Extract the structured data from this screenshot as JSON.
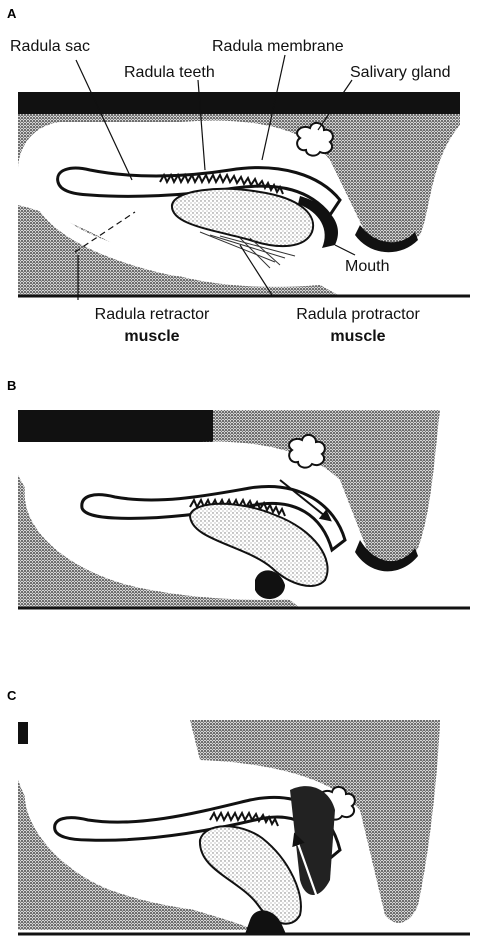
{
  "panels": [
    "A",
    "B",
    "C"
  ],
  "labels": {
    "radula_sac": "Radula sac",
    "radula_membrane": "Radula membrane",
    "radula_teeth": "Radula teeth",
    "salivary_gland": "Salivary gland",
    "mouth": "Mouth",
    "retractor_line1": "Radula retractor",
    "retractor_line2": "muscle",
    "protractor_line1": "Radula protractor",
    "protractor_line2": "muscle"
  },
  "colors": {
    "ink": "#111111",
    "stipple": "#9a9a9a",
    "tissue_shade": "#3a3a3a",
    "paper": "#ffffff"
  }
}
